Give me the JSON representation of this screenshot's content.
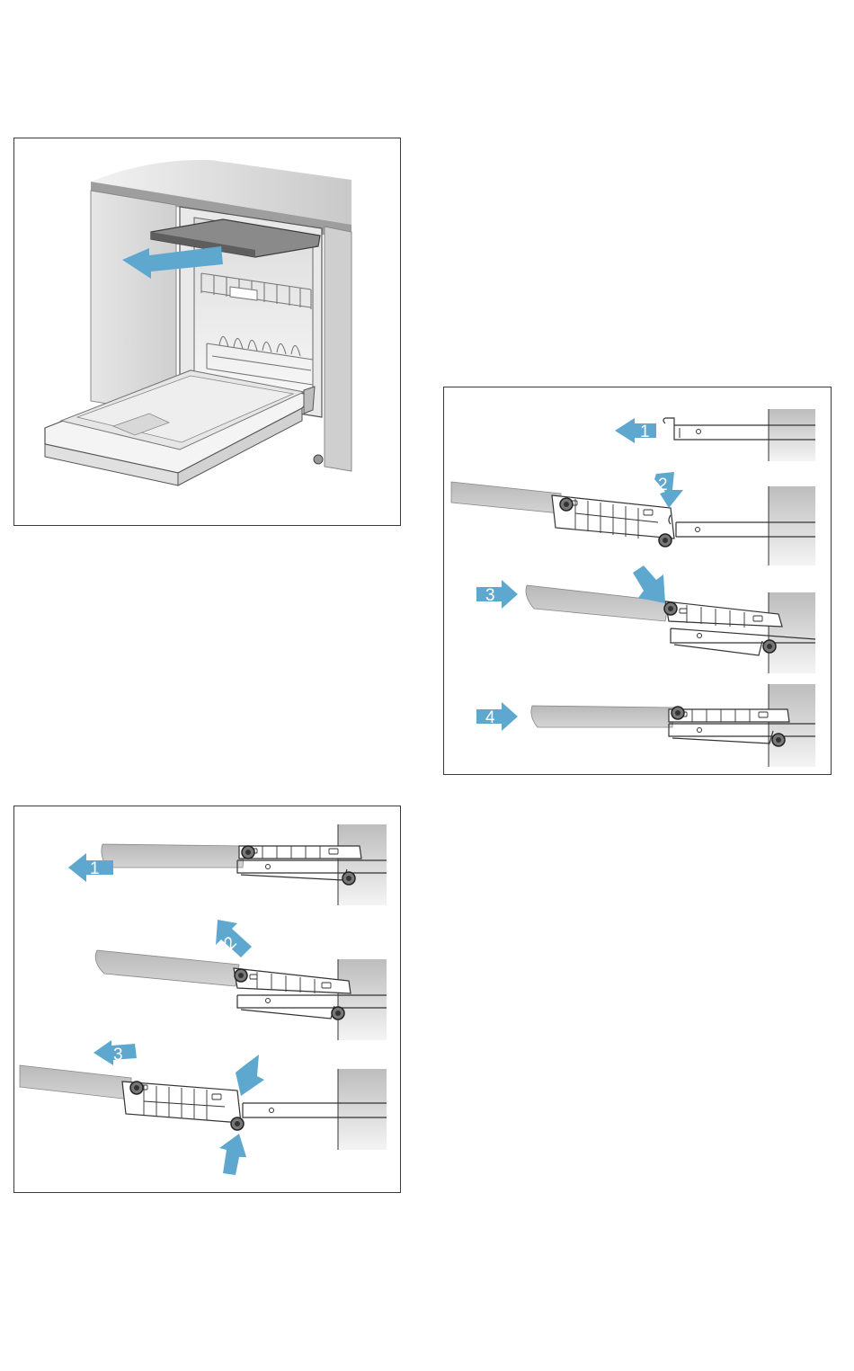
{
  "figures": {
    "dishwasher": {
      "arrow_color": "#5ea8cf",
      "icons": [
        "arrow-left"
      ]
    },
    "install_steps": {
      "arrow_color": "#5ea8cf",
      "steps": [
        {
          "number": "1",
          "direction": "left"
        },
        {
          "number": "2",
          "direction": "down-left"
        },
        {
          "number": "3",
          "direction": "right"
        },
        {
          "number": "4",
          "direction": "right"
        }
      ]
    },
    "remove_steps": {
      "arrow_color": "#5ea8cf",
      "steps": [
        {
          "number": "1",
          "direction": "left"
        },
        {
          "number": "2",
          "direction": "up-left"
        },
        {
          "number": "3",
          "direction": "left"
        }
      ]
    }
  }
}
